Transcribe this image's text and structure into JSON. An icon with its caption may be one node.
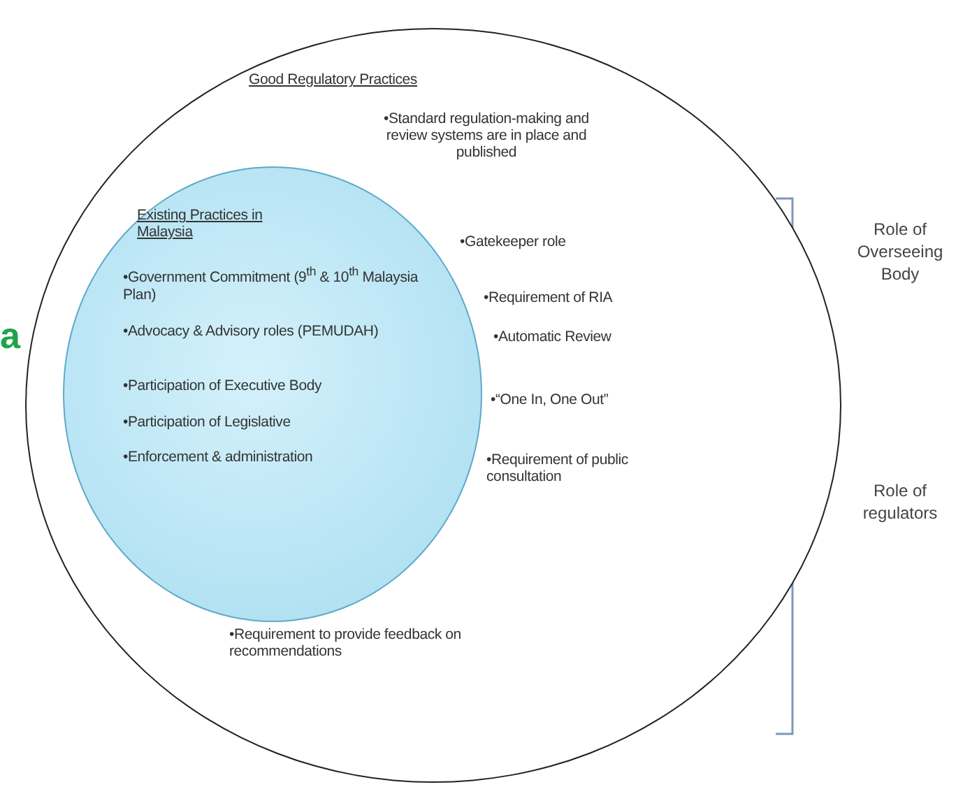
{
  "diagram": {
    "nodes": [
      {
        "text": [
          "Good Regulatory Practices",
          "•Standard regulation-making and review systems are in place and published",
          "•Gatekeeper role",
          "•Requirement of RIA",
          "•Automatic Review",
          "•“One In, One Out”",
          "•Requirement of public consultation",
          "•Requirement to provide feedback on recommendations"
        ]
      },
      {
        "text": [
          "Existing Practices in Malaysia",
          "•Government Commitment (9$^{th}$ & 10$^{th}$ Malaysia Plan)",
          "•Advocacy & Advisory roles (PEMUDAH)",
          "•Participation of Executive Body",
          "•Participation of Legislative",
          "•Enforcement & administration"
        ],
        "in": 0
      }
    ],
    "edges": [],
    "labels": [
      "a",
      "Role of Overseeing Body",
      "Role of regulators"
    ]
  }
}
